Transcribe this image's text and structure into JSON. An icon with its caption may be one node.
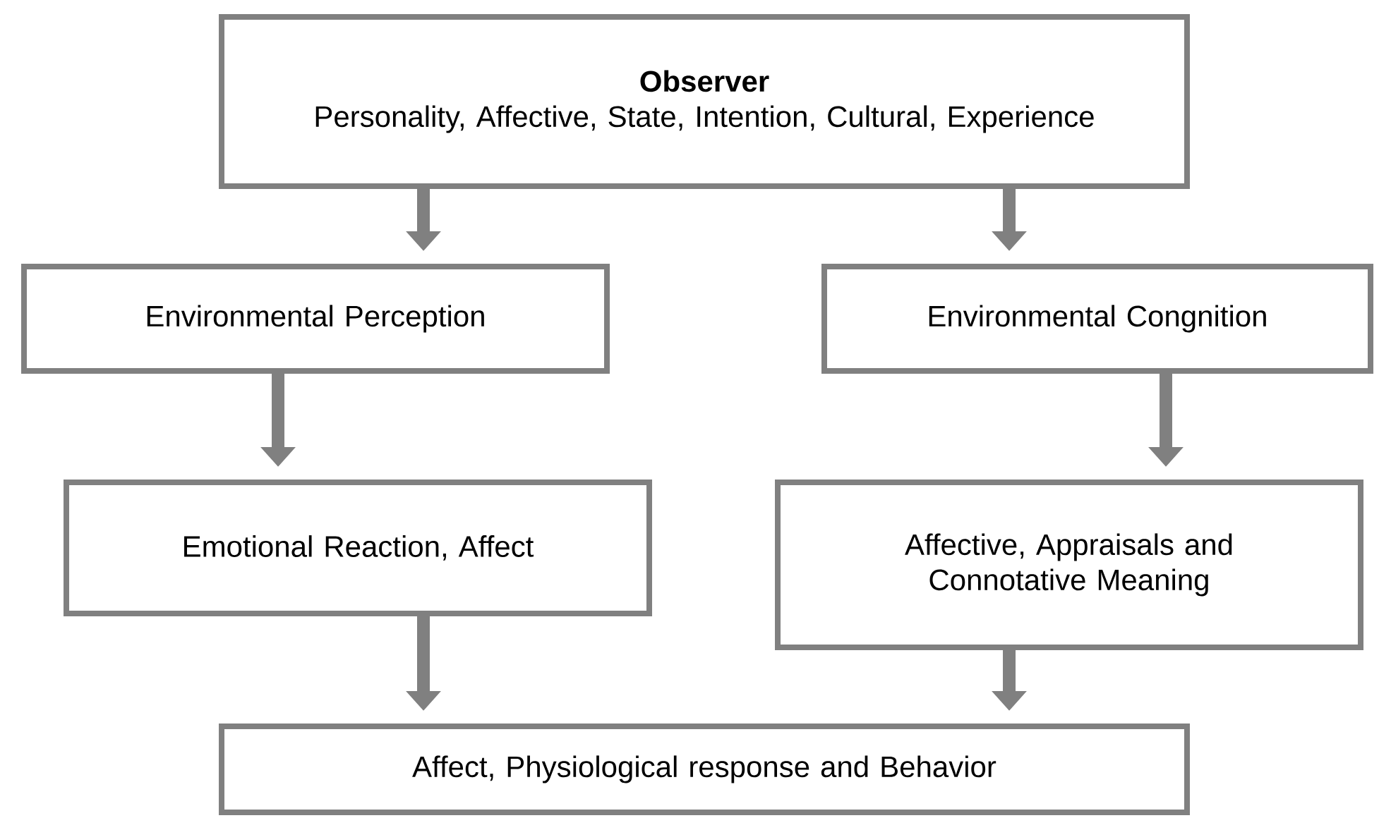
{
  "diagram": {
    "nodes": [
      {
        "text": [
          "Observer",
          "Personality, Affective, State, Intention, Cultural, Experience"
        ]
      },
      {
        "text": [
          "Environmental Perception"
        ]
      },
      {
        "text": [
          "Environmental Congnition"
        ]
      },
      {
        "text": [
          "Emotional Reaction, Affect"
        ]
      },
      {
        "text": [
          "Affective, Appraisals and Connotative Meaning"
        ]
      },
      {
        "text": [
          "Affect, Physiological response and Behavior"
        ]
      }
    ],
    "edges": [
      {
        "from": 0,
        "to": 1,
        "arrow": "to"
      },
      {
        "from": 0,
        "to": 2,
        "arrow": "to"
      },
      {
        "from": 1,
        "to": 3,
        "arrow": "to"
      },
      {
        "from": 2,
        "to": 4,
        "arrow": "to"
      },
      {
        "from": 3,
        "to": 5,
        "arrow": "to"
      },
      {
        "from": 4,
        "to": 5,
        "arrow": "to"
      }
    ]
  }
}
